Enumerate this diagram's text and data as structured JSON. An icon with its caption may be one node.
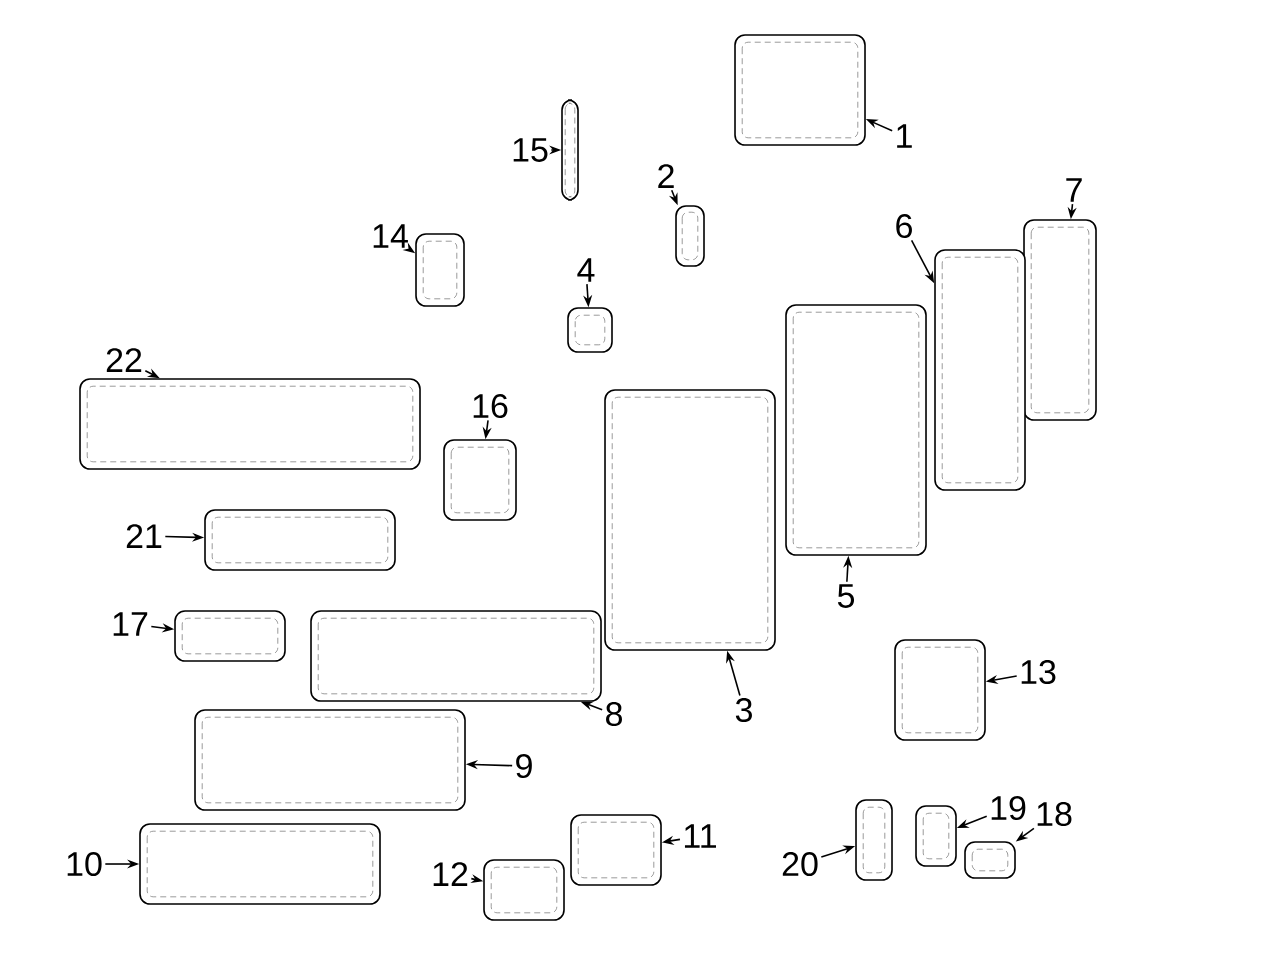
{
  "diagram": {
    "nodes": [
      {
        "text": [
          "1"
        ]
      },
      {
        "text": [
          "15"
        ]
      },
      {
        "text": [
          "2"
        ]
      },
      {
        "text": [
          "7"
        ]
      },
      {
        "text": [
          "6"
        ]
      },
      {
        "text": [
          "14"
        ]
      },
      {
        "text": [
          "4"
        ]
      },
      {
        "text": [
          "22"
        ]
      },
      {
        "text": [
          "16"
        ]
      },
      {
        "text": [
          "21"
        ]
      },
      {
        "text": [
          "5"
        ]
      },
      {
        "text": [
          "17"
        ]
      },
      {
        "text": [
          "13"
        ]
      },
      {
        "text": [
          "3"
        ]
      },
      {
        "text": [
          "8"
        ]
      },
      {
        "text": [
          "9"
        ]
      },
      {
        "text": [
          "19"
        ]
      },
      {
        "text": [
          "18"
        ]
      },
      {
        "text": [
          "11"
        ]
      },
      {
        "text": [
          "10"
        ]
      },
      {
        "text": [
          "20"
        ]
      },
      {
        "text": [
          "12"
        ]
      },
      {
        "text": [],
        "shape": "picture"
      },
      {
        "text": [],
        "shape": "picture"
      },
      {
        "text": [],
        "shape": "picture"
      },
      {
        "text": [],
        "shape": "picture"
      },
      {
        "text": [],
        "shape": "picture"
      },
      {
        "text": [],
        "shape": "picture"
      },
      {
        "text": [],
        "shape": "picture"
      },
      {
        "text": [],
        "shape": "picture"
      },
      {
        "text": [],
        "shape": "picture"
      },
      {
        "text": [],
        "shape": "picture"
      },
      {
        "text": [],
        "shape": "picture"
      },
      {
        "text": [],
        "shape": "picture"
      },
      {
        "text": [],
        "shape": "picture"
      },
      {
        "text": [],
        "shape": "picture"
      },
      {
        "text": [],
        "shape": "picture"
      },
      {
        "text": [],
        "shape": "picture"
      },
      {
        "text": [],
        "shape": "picture"
      },
      {
        "text": [],
        "shape": "picture"
      },
      {
        "text": [],
        "shape": "picture"
      },
      {
        "text": [],
        "shape": "picture"
      },
      {
        "text": [],
        "shape": "picture"
      },
      {
        "text": [],
        "shape": "picture"
      }
    ],
    "edges": [
      {
        "from": 0,
        "to": 22,
        "arrow": "to"
      },
      {
        "from": 1,
        "to": 23,
        "arrow": "to"
      },
      {
        "from": 2,
        "to": 24,
        "arrow": "to"
      },
      {
        "from": 3,
        "to": 26,
        "arrow": "to"
      },
      {
        "from": 4,
        "to": 28,
        "arrow": "to"
      },
      {
        "from": 5,
        "to": 25,
        "arrow": "to"
      },
      {
        "from": 6,
        "to": 27,
        "arrow": "to"
      },
      {
        "from": 7,
        "to": 29,
        "arrow": "to"
      },
      {
        "from": 8,
        "to": 31,
        "arrow": "to"
      },
      {
        "from": 9,
        "to": 33,
        "arrow": "to"
      },
      {
        "from": 10,
        "to": 30,
        "arrow": "to"
      },
      {
        "from": 11,
        "to": 34,
        "arrow": "to"
      },
      {
        "from": 12,
        "to": 36,
        "arrow": "to"
      },
      {
        "from": 13,
        "to": 32,
        "arrow": "to"
      },
      {
        "from": 14,
        "to": 35,
        "arrow": "to"
      },
      {
        "from": 15,
        "to": 37,
        "arrow": "to"
      },
      {
        "from": 16,
        "to": 38,
        "arrow": "to"
      },
      {
        "from": 17,
        "to": 41,
        "arrow": "to"
      },
      {
        "from": 18,
        "to": 40,
        "arrow": "to"
      },
      {
        "from": 19,
        "to": 42,
        "arrow": "to"
      },
      {
        "from": 20,
        "to": 39,
        "arrow": "to"
      },
      {
        "from": 21,
        "to": 43,
        "arrow": "to"
      }
    ]
  }
}
